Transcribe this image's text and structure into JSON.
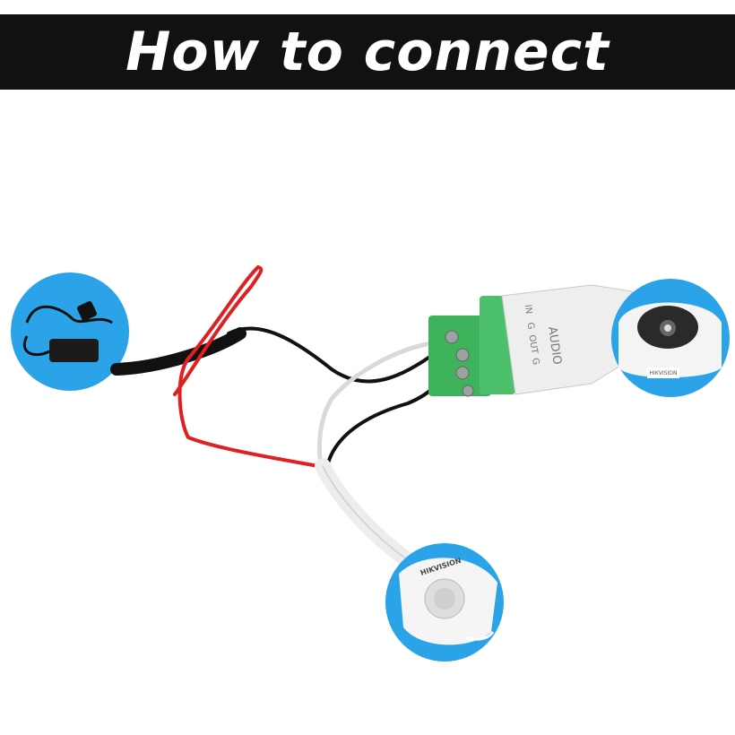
{
  "banner": {
    "title": "How to connect"
  },
  "connector": {
    "label_audio": "AUDIO",
    "pin_labels": [
      "IN",
      "G",
      "OUT",
      "G"
    ]
  },
  "camera": {
    "badge": "HIKVISION"
  },
  "microphone": {
    "brand": "HIKVISION"
  },
  "colors": {
    "banner": "#111111",
    "circle": "#2aa3e8",
    "wire_red": "#e02020",
    "wire_black": "#111111",
    "wire_white": "#f2f2f2",
    "terminal_green": "#3fb35c"
  },
  "icons": [
    "power-adapter-icon",
    "dome-camera-icon",
    "microphone-icon",
    "terminal-block-icon"
  ]
}
